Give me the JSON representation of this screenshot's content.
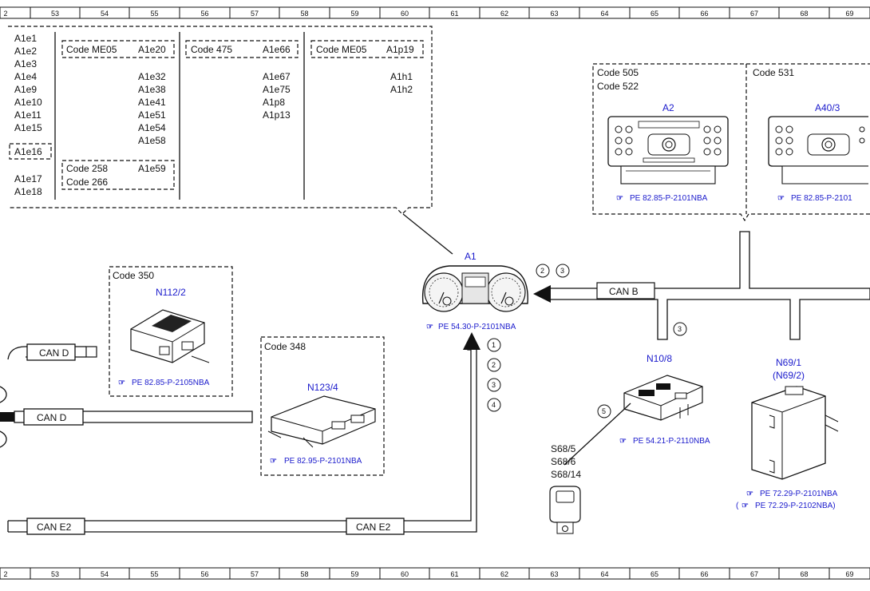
{
  "ruler": {
    "numbers": [
      "2",
      "53",
      "54",
      "55",
      "56",
      "57",
      "58",
      "59",
      "60",
      "61",
      "62",
      "63",
      "64",
      "65",
      "66",
      "67",
      "68",
      "69"
    ]
  },
  "legend": {
    "col1": [
      "A1e1",
      "A1e2",
      "A1e3",
      "A1e4",
      "A1e9",
      "A1e10",
      "A1e11",
      "A1e15"
    ],
    "col1_boxed": "A1e16",
    "col1_bottom": [
      "A1e17",
      "A1e18"
    ],
    "me05_code": "Code ME05",
    "me05_first": "A1e20",
    "me05_items": [
      "A1e32",
      "A1e38",
      "A1e41",
      "A1e51",
      "A1e54",
      "A1e58"
    ],
    "code258": "Code 258",
    "code266": "Code 266",
    "code258_item": "A1e59",
    "c475_code": "Code 475",
    "c475_first": "A1e66",
    "c475_items": [
      "A1e67",
      "A1e75",
      "A1p8",
      "A1p13"
    ],
    "me05b_code": "Code ME05",
    "me05b_first": "A1p19",
    "me05b_items": [
      "A1h1",
      "A1h2"
    ]
  },
  "components": {
    "a1": {
      "label": "A1",
      "ref": "PE 54.30-P-2101NBA"
    },
    "a2": {
      "code1": "Code 505",
      "code2": "Code 522",
      "label": "A2",
      "ref": "PE 82.85-P-2101NBA"
    },
    "a40": {
      "code": "Code 531",
      "label": "A40/3",
      "ref": "PE 82.85-P-2101"
    },
    "n112": {
      "code": "Code 350",
      "label": "N112/2",
      "ref": "PE 82.85-P-2105NBA"
    },
    "n123": {
      "code": "Code 348",
      "label": "N123/4",
      "ref": "PE 82.95-P-2101NBA"
    },
    "n10": {
      "label": "N10/8",
      "ref": "PE 54.21-P-2110NBA"
    },
    "n69": {
      "label": "N69/1",
      "label2": "(N69/2)",
      "ref1": "PE 72.29-P-2101NBA",
      "ref2": "PE 72.29-P-2102NBA)",
      "ref2_open": "("
    },
    "s68": {
      "labels": [
        "S68/5",
        "S68/6",
        "S68/14"
      ]
    }
  },
  "buses": {
    "can_b": "CAN B",
    "can_d1": "CAN D",
    "can_d2": "CAN D",
    "can_e2_left": "CAN E2",
    "can_e2_mid": "CAN E2"
  },
  "markers": {
    "a1_top": [
      "2",
      "3"
    ],
    "a1_side": [
      "1",
      "2",
      "3",
      "4"
    ],
    "n10_top": "3",
    "n10_side": "5"
  },
  "colors": {
    "link_blue": "#1a1acc",
    "line": "#111111"
  }
}
